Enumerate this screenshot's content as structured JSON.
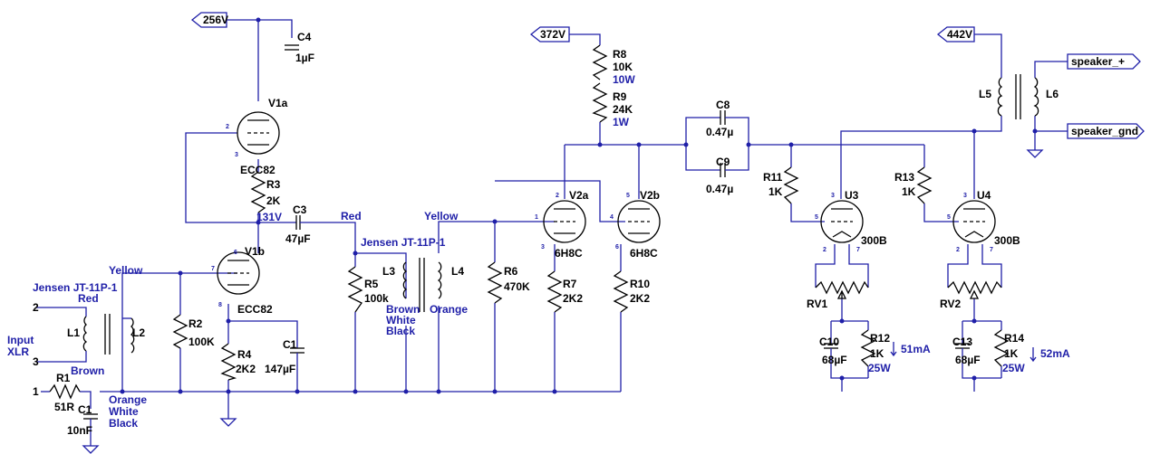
{
  "rails": {
    "v256": "256V",
    "v372": "372V",
    "v442": "442V"
  },
  "outputs": {
    "spk_plus": "speaker_+",
    "spk_gnd": "speaker_gnd"
  },
  "input": {
    "pin2": "2",
    "pin3": "3",
    "pin1": "1",
    "line1": "Input",
    "line2": "XLR"
  },
  "tubes": {
    "v1a": {
      "ref": "V1a",
      "model": "ECC82",
      "pins": [
        "2",
        "3"
      ]
    },
    "v1b": {
      "ref": "V1b",
      "model": "ECC82",
      "pins": [
        "6",
        "7",
        "8"
      ]
    },
    "v2a": {
      "ref": "V2a",
      "model": "6H8C",
      "pins": [
        "2",
        "1",
        "3"
      ]
    },
    "v2b": {
      "ref": "V2b",
      "model": "6H8C",
      "pins": [
        "5",
        "4",
        "6"
      ]
    },
    "u3": {
      "ref": "U3",
      "model": "300B",
      "pins": [
        "3",
        "5",
        "2",
        "7"
      ]
    },
    "u4": {
      "ref": "U4",
      "model": "300B",
      "pins": [
        "3",
        "5",
        "2",
        "7"
      ]
    }
  },
  "parts": {
    "c4": {
      "ref": "C4",
      "val": "1µF"
    },
    "r3": {
      "ref": "R3",
      "val": "2K"
    },
    "c3": {
      "ref": "C3",
      "val": "47µF"
    },
    "r4": {
      "ref": "R4",
      "val": "2K2"
    },
    "c1b": {
      "ref": "C1",
      "val": "147µF"
    },
    "r2": {
      "ref": "R2",
      "val": "100K"
    },
    "r1": {
      "ref": "R1",
      "val": "51R"
    },
    "c1": {
      "ref": "C1",
      "val": "10nF"
    },
    "r5": {
      "ref": "R5",
      "val": "100k"
    },
    "r6": {
      "ref": "R6",
      "val": "470K"
    },
    "r7": {
      "ref": "R7",
      "val": "2K2"
    },
    "r10": {
      "ref": "R10",
      "val": "2K2"
    },
    "r8": {
      "ref": "R8",
      "val": "10K",
      "pwr": "10W"
    },
    "r9": {
      "ref": "R9",
      "val": "24K",
      "pwr": "1W"
    },
    "c8": {
      "ref": "C8",
      "val": "0.47µ"
    },
    "c9": {
      "ref": "C9",
      "val": "0.47µ"
    },
    "r11": {
      "ref": "R11",
      "val": "1K"
    },
    "r13": {
      "ref": "R13",
      "val": "1K"
    },
    "rv1": {
      "ref": "RV1"
    },
    "rv2": {
      "ref": "RV2"
    },
    "c10": {
      "ref": "C10",
      "val": "68µF"
    },
    "r12": {
      "ref": "R12",
      "val": "1K",
      "pwr": "25W",
      "cur": "51mA"
    },
    "c13": {
      "ref": "C13",
      "val": "68µF"
    },
    "r14": {
      "ref": "R14",
      "val": "1K",
      "pwr": "25W",
      "cur": "52mA"
    }
  },
  "transformers": {
    "l1": "L1",
    "l2": "L2",
    "l3": "L3",
    "l4": "L4",
    "l5": "L5",
    "l6": "L6"
  },
  "annotations": {
    "v131": "131V",
    "jensen1": "Jensen JT-11P-1",
    "jensen2": "Jensen JT-11P-1",
    "red1": "Red",
    "yellow1": "Yellow",
    "brown1": "Brown",
    "orange1": "Orange",
    "white1": "White",
    "black1": "Black",
    "red2": "Red",
    "yellow2": "Yellow",
    "brown2": "Brown",
    "white2": "White",
    "black2": "Black",
    "orange2": "Orange"
  }
}
